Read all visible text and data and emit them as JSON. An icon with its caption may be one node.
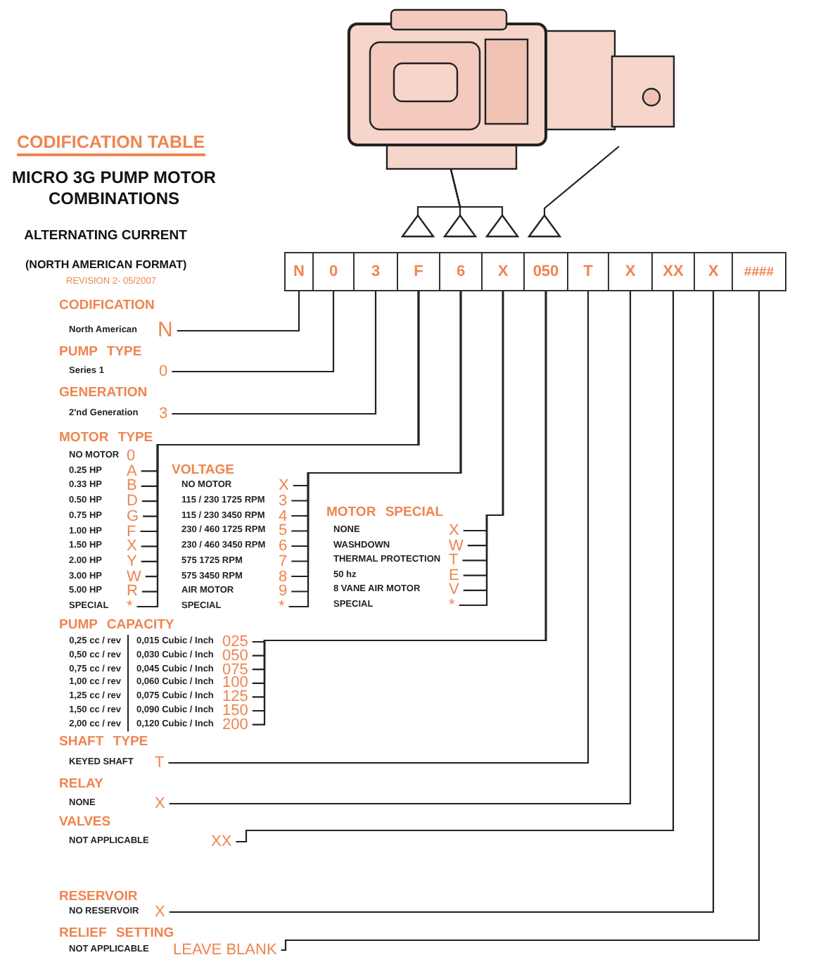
{
  "diagram": {
    "title": "CODIFICATION TABLE",
    "nodes": [
      {
        "text": [],
        "shape": "picture"
      },
      {
        "text": [],
        "shape": "triangle"
      },
      {
        "text": [],
        "shape": "triangle"
      },
      {
        "text": [],
        "shape": "triangle"
      },
      {
        "text": [],
        "shape": "triangle"
      },
      {
        "text": [
          "N"
        ]
      },
      {
        "text": [
          "0"
        ]
      },
      {
        "text": [
          "3"
        ]
      },
      {
        "text": [
          "F"
        ]
      },
      {
        "text": [
          "6"
        ]
      },
      {
        "text": [
          "X"
        ]
      },
      {
        "text": [
          "050"
        ]
      },
      {
        "text": [
          "T"
        ]
      },
      {
        "text": [
          "X"
        ]
      },
      {
        "text": [
          "XX"
        ]
      },
      {
        "text": [
          "X"
        ]
      },
      {
        "text": [
          "####"
        ]
      },
      {
        "text": [
          "N"
        ],
        "beside": [
          "North American"
        ]
      },
      {
        "text": [
          "0"
        ],
        "beside": [
          "Series 1"
        ]
      },
      {
        "text": [
          "3"
        ],
        "beside": [
          "2'nd Generation"
        ]
      },
      {
        "text": [
          "0"
        ],
        "beside": [
          "NO MOTOR"
        ]
      },
      {
        "text": [
          "A"
        ],
        "beside": [
          "0.25 HP"
        ]
      },
      {
        "text": [
          "B"
        ],
        "beside": [
          "0.33 HP"
        ]
      },
      {
        "text": [
          "D"
        ],
        "beside": [
          "0.50 HP"
        ]
      },
      {
        "text": [
          "G"
        ],
        "beside": [
          "0.75 HP"
        ]
      },
      {
        "text": [
          "F"
        ],
        "beside": [
          "1.00 HP"
        ]
      },
      {
        "text": [
          "X"
        ],
        "beside": [
          "1.50 HP"
        ]
      },
      {
        "text": [
          "Y"
        ],
        "beside": [
          "2.00 HP"
        ]
      },
      {
        "text": [
          "W"
        ],
        "beside": [
          "3.00 HP"
        ]
      },
      {
        "text": [
          "R"
        ],
        "beside": [
          "5.00 HP"
        ]
      },
      {
        "text": [
          "*"
        ],
        "beside": [
          "SPECIAL"
        ]
      },
      {
        "text": [
          "X"
        ],
        "beside": [
          "NO MOTOR"
        ]
      },
      {
        "text": [
          "3"
        ],
        "beside": [
          "115 / 230 1725 RPM"
        ]
      },
      {
        "text": [
          "4"
        ],
        "beside": [
          "115 / 230 3450 RPM"
        ]
      },
      {
        "text": [
          "5"
        ],
        "beside": [
          "230 / 460 1725 RPM"
        ]
      },
      {
        "text": [
          "6"
        ],
        "beside": [
          "230 / 460 3450 RPM"
        ]
      },
      {
        "text": [
          "7"
        ],
        "beside": [
          "575 1725 RPM"
        ]
      },
      {
        "text": [
          "8"
        ],
        "beside": [
          "575 3450 RPM"
        ]
      },
      {
        "text": [
          "9"
        ],
        "beside": [
          "AIR MOTOR"
        ]
      },
      {
        "text": [
          "*"
        ],
        "beside": [
          "SPECIAL"
        ]
      },
      {
        "text": [
          "X"
        ],
        "beside": [
          "NONE"
        ]
      },
      {
        "text": [
          "W"
        ],
        "beside": [
          "WASHDOWN"
        ]
      },
      {
        "text": [
          "T"
        ],
        "beside": [
          "THERMAL PROTECTION"
        ]
      },
      {
        "text": [
          "E"
        ],
        "beside": [
          "50 hz"
        ]
      },
      {
        "text": [
          "V"
        ],
        "beside": [
          "8 VANE AIR MOTOR"
        ]
      },
      {
        "text": [
          "*"
        ],
        "beside": [
          "SPECIAL"
        ]
      },
      {
        "text": [
          "025"
        ],
        "beside": [
          "0,25 cc / rev",
          "0,015 Cubic / Inch"
        ]
      },
      {
        "text": [
          "050"
        ],
        "beside": [
          "0,50 cc / rev",
          "0,030 Cubic / Inch"
        ]
      },
      {
        "text": [
          "075"
        ],
        "beside": [
          "0,75 cc / rev",
          "0,045 Cubic / Inch"
        ]
      },
      {
        "text": [
          "100"
        ],
        "beside": [
          "1,00 cc / rev",
          "0,060 Cubic / Inch"
        ]
      },
      {
        "text": [
          "125"
        ],
        "beside": [
          "1,25 cc / rev",
          "0,075 Cubic / Inch"
        ]
      },
      {
        "text": [
          "150"
        ],
        "beside": [
          "1,50 cc / rev",
          "0,090 Cubic / Inch"
        ]
      },
      {
        "text": [
          "200"
        ],
        "beside": [
          "2,00 cc / rev",
          "0,120 Cubic / Inch"
        ]
      },
      {
        "text": [
          "T"
        ],
        "beside": [
          "KEYED SHAFT"
        ]
      },
      {
        "text": [
          "X"
        ],
        "beside": [
          "NONE"
        ]
      },
      {
        "text": [
          "XX"
        ],
        "beside": [
          "NOT APPLICABLE"
        ]
      },
      {
        "text": [
          "X"
        ],
        "beside": [
          "NO RESERVOIR"
        ]
      },
      {
        "text": [
          "LEAVE BLANK"
        ],
        "beside": [
          "NOT APPLICABLE"
        ]
      }
    ],
    "edges": [
      {
        "from": 1,
        "to": 0,
        "arrow": "other"
      },
      {
        "from": 2,
        "to": 0,
        "arrow": "other"
      },
      {
        "from": 3,
        "to": 0,
        "arrow": "other"
      },
      {
        "from": 4,
        "to": 0,
        "arrow": "none"
      },
      {
        "from": 17,
        "to": 5,
        "arrow": "none"
      },
      {
        "from": 18,
        "to": 6,
        "arrow": "none"
      },
      {
        "from": 19,
        "to": 7,
        "arrow": "none"
      },
      {
        "from": 21,
        "to": 8,
        "arrow": "none"
      },
      {
        "from": 22,
        "to": 8,
        "arrow": "none"
      },
      {
        "from": 23,
        "to": 8,
        "arrow": "none"
      },
      {
        "from": 24,
        "to": 8,
        "arrow": "none"
      },
      {
        "from": 25,
        "to": 8,
        "arrow": "none"
      },
      {
        "from": 26,
        "to": 8,
        "arrow": "none"
      },
      {
        "from": 27,
        "to": 8,
        "arrow": "none"
      },
      {
        "from": 28,
        "to": 8,
        "arrow": "none"
      },
      {
        "from": 29,
        "to": 8,
        "arrow": "none"
      },
      {
        "from": 30,
        "to": 8,
        "arrow": "none"
      },
      {
        "from": 31,
        "to": 9,
        "arrow": "none"
      },
      {
        "from": 32,
        "to": 9,
        "arrow": "none"
      },
      {
        "from": 33,
        "to": 9,
        "arrow": "none"
      },
      {
        "from": 34,
        "to": 9,
        "arrow": "none"
      },
      {
        "from": 35,
        "to": 9,
        "arrow": "none"
      },
      {
        "from": 36,
        "to": 9,
        "arrow": "none"
      },
      {
        "from": 37,
        "to": 9,
        "arrow": "none"
      },
      {
        "from": 38,
        "to": 9,
        "arrow": "none"
      },
      {
        "from": 39,
        "to": 9,
        "arrow": "none"
      },
      {
        "from": 40,
        "to": 10,
        "arrow": "none"
      },
      {
        "from": 41,
        "to": 10,
        "arrow": "none"
      },
      {
        "from": 42,
        "to": 10,
        "arrow": "none"
      },
      {
        "from": 43,
        "to": 10,
        "arrow": "none"
      },
      {
        "from": 44,
        "to": 10,
        "arrow": "none"
      },
      {
        "from": 45,
        "to": 10,
        "arrow": "none"
      },
      {
        "from": 46,
        "to": 11,
        "arrow": "none"
      },
      {
        "from": 47,
        "to": 11,
        "arrow": "none"
      },
      {
        "from": 48,
        "to": 11,
        "arrow": "none"
      },
      {
        "from": 49,
        "to": 11,
        "arrow": "none"
      },
      {
        "from": 50,
        "to": 11,
        "arrow": "none"
      },
      {
        "from": 51,
        "to": 11,
        "arrow": "none"
      },
      {
        "from": 52,
        "to": 11,
        "arrow": "none"
      },
      {
        "from": 53,
        "to": 12,
        "arrow": "none"
      },
      {
        "from": 54,
        "to": 13,
        "arrow": "none"
      },
      {
        "from": 55,
        "to": 14,
        "arrow": "none"
      },
      {
        "from": 56,
        "to": 15,
        "arrow": "none"
      },
      {
        "from": 57,
        "to": 16,
        "arrow": "none"
      }
    ],
    "labels": [
      "MICRO 3G PUMP MOTOR COMBINATIONS",
      "ALTERNATING CURRENT",
      "(NORTH AMERICAN FORMAT)",
      "REVISION 2- 05/2007",
      "CODIFICATION",
      "PUMP TYPE",
      "GENERATION",
      "MOTOR TYPE",
      "VOLTAGE",
      "MOTOR SPECIAL",
      "PUMP CAPACITY",
      "SHAFT TYPE",
      "RELAY",
      "VALVES",
      "RESERVOIR",
      "RELIEF SETTING"
    ]
  }
}
